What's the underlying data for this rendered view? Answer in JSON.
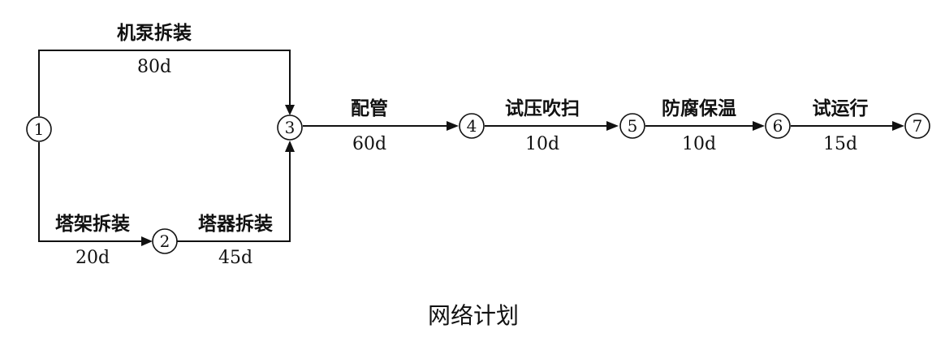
{
  "caption": "网络计划",
  "nodes": [
    {
      "id": "1",
      "label": "①"
    },
    {
      "id": "2",
      "label": "②"
    },
    {
      "id": "3",
      "label": "③"
    },
    {
      "id": "4",
      "label": "④"
    },
    {
      "id": "5",
      "label": "⑤"
    },
    {
      "id": "6",
      "label": "⑥"
    },
    {
      "id": "7",
      "label": "⑦"
    }
  ],
  "activities": [
    {
      "from": "1",
      "to": "3",
      "name": "机泵拆装",
      "duration": "80d"
    },
    {
      "from": "1",
      "to": "2",
      "name": "塔架拆装",
      "duration": "20d"
    },
    {
      "from": "2",
      "to": "3",
      "name": "塔器拆装",
      "duration": "45d"
    },
    {
      "from": "3",
      "to": "4",
      "name": "配管",
      "duration": "60d"
    },
    {
      "from": "4",
      "to": "5",
      "name": "试压吹扫",
      "duration": "10d"
    },
    {
      "from": "5",
      "to": "6",
      "name": "防腐保温",
      "duration": "10d"
    },
    {
      "from": "6",
      "to": "7",
      "name": "试运行",
      "duration": "15d"
    }
  ]
}
